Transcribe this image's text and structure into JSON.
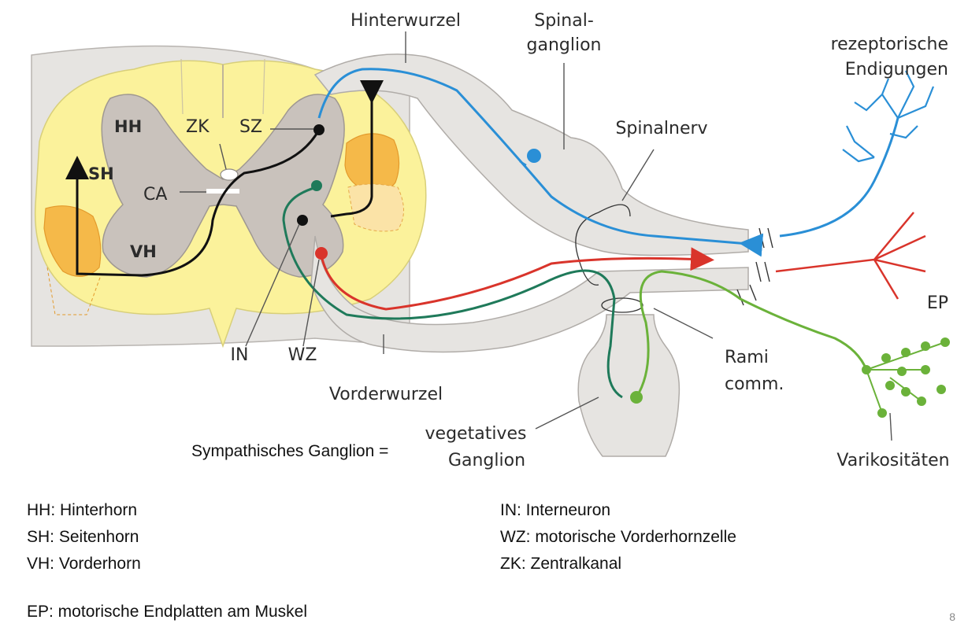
{
  "labels": {
    "hinterwurzel": "Hinterwurzel",
    "spinal_line1": "Spinal-",
    "spinal_line2": "ganglion",
    "rezeptorische_line1": "rezeptorische",
    "rezeptorische_line2": "Endigungen",
    "spinalnerv": "Spinalnerv",
    "hh": "HH",
    "zk": "ZK",
    "sz": "SZ",
    "sh": "SH",
    "ca": "CA",
    "vh": "VH",
    "ep": "EP",
    "in": "IN",
    "wz": "WZ",
    "vorderwurzel": "Vorderwurzel",
    "rami_line1": "Rami",
    "rami_line2": "comm.",
    "vegetatives_line1": "vegetatives",
    "vegetatives_line2": "Ganglion",
    "varikositaeten": "Varikositäten"
  },
  "sympathisches_label": "Sympathisches Ganglion =",
  "legend": {
    "left": [
      "HH: Hinterhorn",
      "SH: Seitenhorn",
      "VH: Vorderhorn"
    ],
    "right": [
      "IN: Interneuron",
      "WZ: motorische Vorderhornzelle",
      "ZK: Zentralkanal"
    ]
  },
  "footnote": "EP: motorische Endplatten am Muskel",
  "page_number": "8",
  "colors": {
    "sensory": "#2a8fd6",
    "motor": "#d9342b",
    "autonomic_pre": "#1f7a5a",
    "autonomic_post": "#6bb23a",
    "grey_matter": "#c9c2bc",
    "white_matter": "#fbf29b",
    "nerve": "#e6e4e1"
  }
}
